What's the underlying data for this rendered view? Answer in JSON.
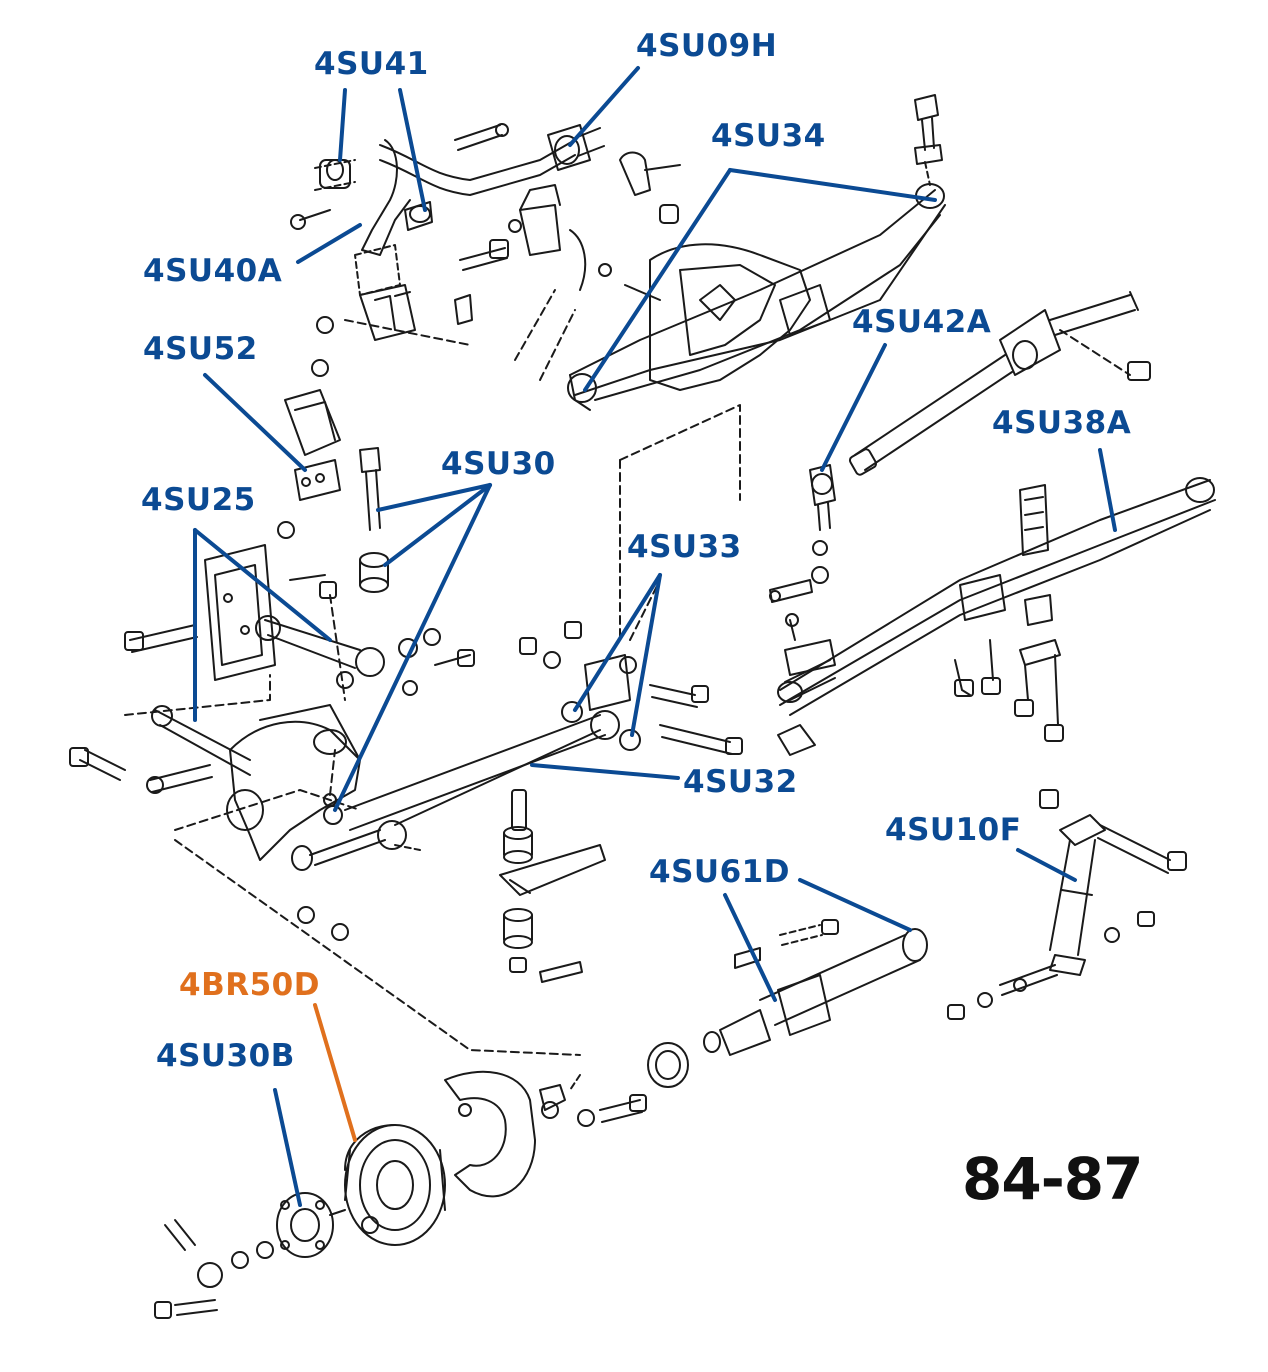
{
  "colors": {
    "callout": "#0b4a93",
    "callout_highlight": "#e0701d",
    "linework": "#1a1a1a",
    "year": "#111111"
  },
  "labels": {
    "su41": "4SU41",
    "su09h": "4SU09H",
    "su34": "4SU34",
    "su40a": "4SU40A",
    "su42a": "4SU42A",
    "su52": "4SU52",
    "su38a": "4SU38A",
    "su30": "4SU30",
    "su25": "4SU25",
    "su33": "4SU33",
    "su32": "4SU32",
    "su10f": "4SU10F",
    "su61d": "4SU61D",
    "br50d": "4BR50D",
    "su30b": "4SU30B"
  },
  "year_range": "84-87"
}
